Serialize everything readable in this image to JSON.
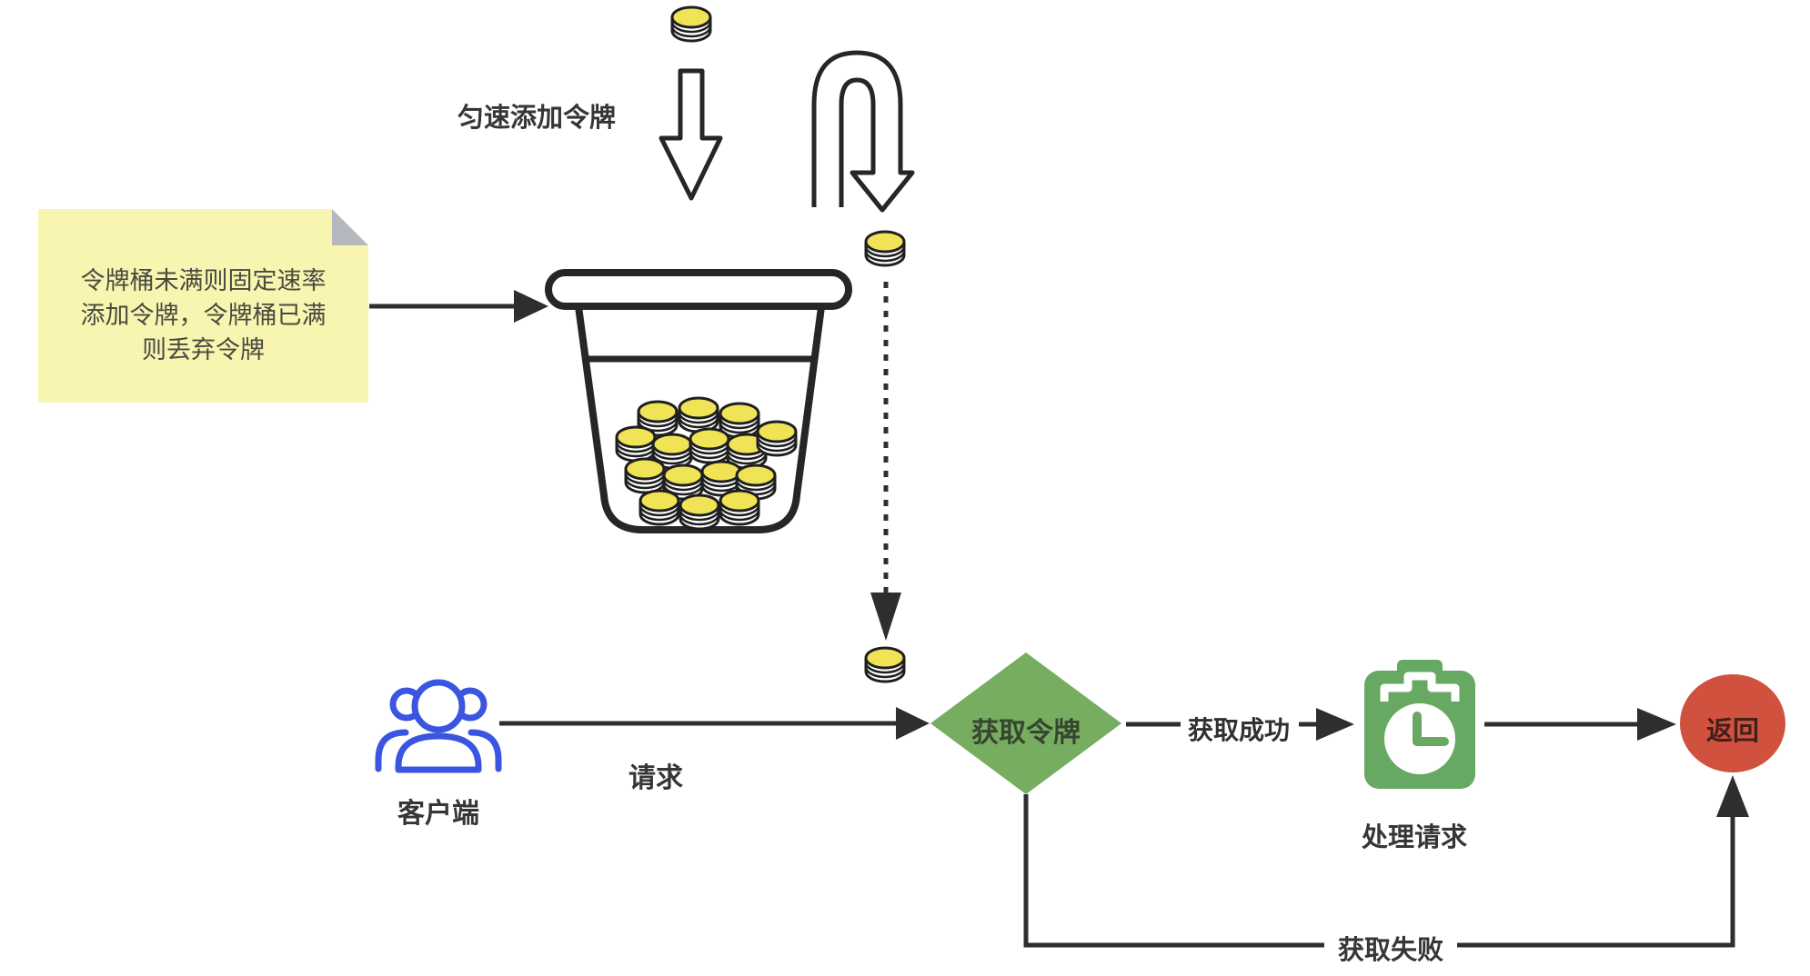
{
  "diagram": {
    "labels": {
      "add_tokens": "匀速添加令牌",
      "client": "客户端",
      "request": "请求",
      "acquire_token": "获取令牌",
      "acquire_success": "获取成功",
      "process_request": "处理请求",
      "return": "返回",
      "acquire_fail": "获取失败"
    },
    "note": {
      "full_text": "令牌桶未满则固定速率添加令牌，令牌桶已满则丢弃令牌",
      "lines": [
        "令牌桶未满则固定速率",
        "添加令牌，令牌桶已满",
        "则丢弃令牌"
      ]
    },
    "icons": {
      "token": "coin-stack-icon",
      "client": "people-group-icon",
      "process": "clipboard-clock-icon",
      "bucket": "token-bucket-icon",
      "overflow": "u-turn-arrow-icon"
    },
    "colors": {
      "coin_yellow": "#f0e356",
      "note_yellow": "#f8f5b0",
      "note_fold": "#b4b8be",
      "diamond_green": "#77ad61",
      "diamond_text": "#37462e",
      "clipboard_green": "#67a963",
      "return_red": "#d0513d",
      "return_text": "#42201a",
      "client_blue": "#3a55e0",
      "line": "#2e2e2e"
    }
  }
}
